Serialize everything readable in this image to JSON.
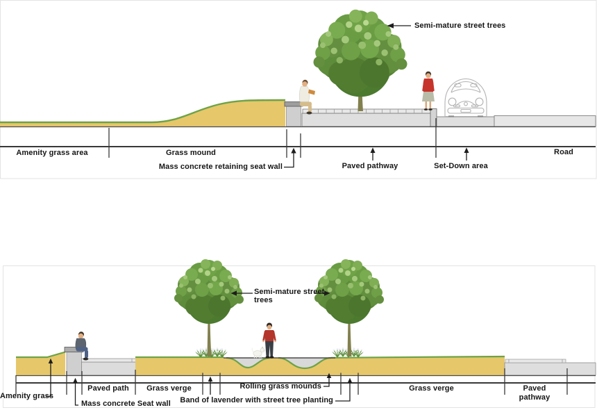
{
  "colors": {
    "grass_fill": "#E6C76A",
    "grass_edge": "#6DA348",
    "paving_fill": "#DEDEDE",
    "paving_band": "#E8E8E8",
    "wall_body": "#CFCFCF",
    "wall_cap": "#A9A9A9",
    "mound_cut_fill": "#D9D9D9",
    "line_dark": "#3C3C3C",
    "label_text": "#161616",
    "figure_red": "#C6342C",
    "tree_green": "#5D8C3A"
  },
  "top": {
    "tree_label": "Semi-mature street trees",
    "amenity": "Amenity grass area",
    "mound": "Grass mound",
    "wall_callout": "Mass concrete retaining seat wall",
    "pathway": "Paved pathway",
    "setdown": "Set-Down area",
    "road": "Road"
  },
  "bottom": {
    "tree_label": "Semi-mature street trees",
    "amenity": "Amenity grass",
    "wall_callout": "Mass concrete Seat wall",
    "paved_path": "Paved path",
    "verge_left": "Grass verge",
    "mounds": "Rolling grass mounds",
    "lavender": "Band of lavender with street tree planting",
    "verge_right": "Grass verge",
    "pathway": "Paved pathway"
  }
}
